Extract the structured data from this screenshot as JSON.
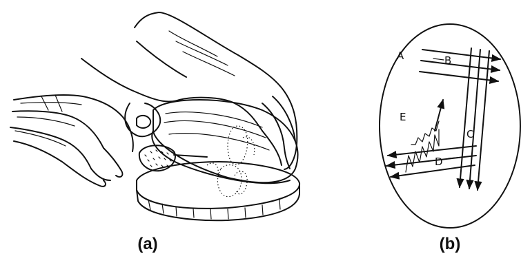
{
  "panel_a": {
    "caption": "(a)"
  },
  "panel_b": {
    "caption": "(b)",
    "labels": {
      "a": "A",
      "b": "B",
      "c": "C",
      "d": "D",
      "e": "E"
    }
  }
}
